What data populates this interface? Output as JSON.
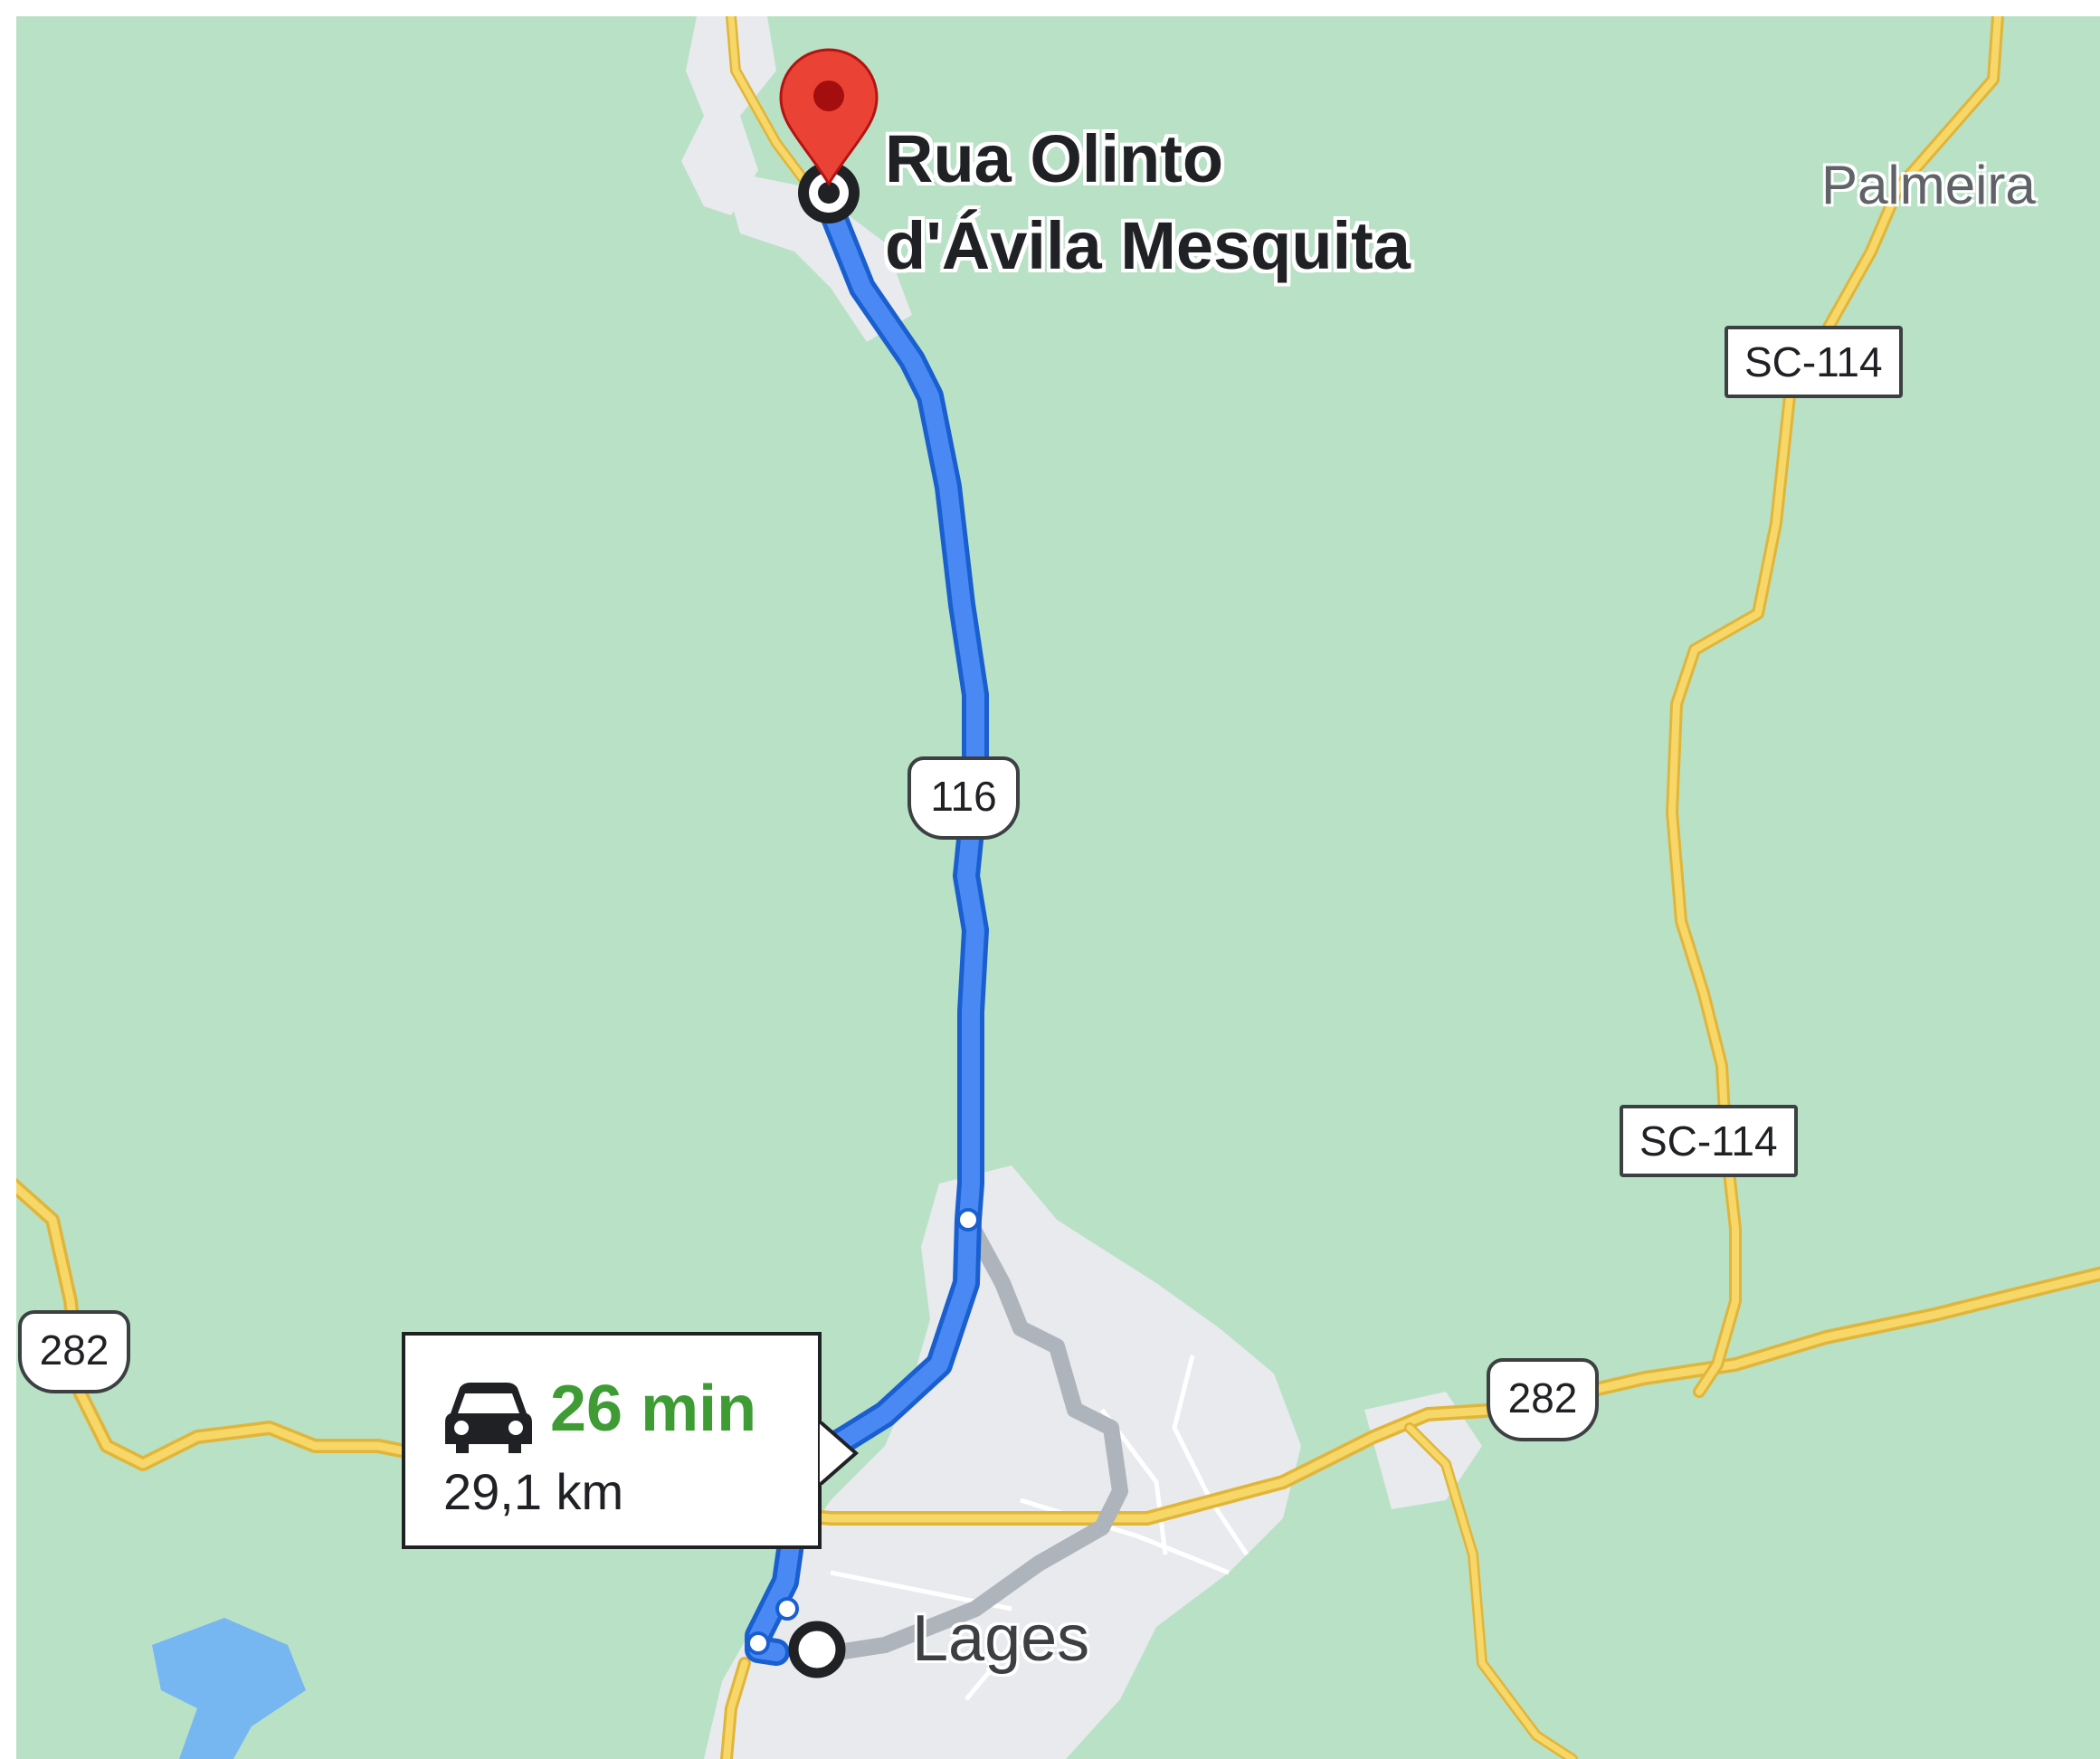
{
  "map": {
    "colors": {
      "land": "#b9e1c6",
      "urban": "#e8eaed",
      "route_primary": "#4a89f3",
      "route_primary_border": "#1a5fd0",
      "route_alternative": "#aeb4bb",
      "highway": "#f7d767",
      "destination_pin": "#ea4335",
      "water": "#76b7f2"
    },
    "destination": {
      "name_line1": "Rua Olinto",
      "name_line2": "d'Ávila Mesquita",
      "icon": "map-pin-icon"
    },
    "places": {
      "origin_city": "Lages",
      "town": "Palmeira"
    },
    "road_shields": {
      "sc114_north": "SC-114",
      "sc114_south": "SC-114",
      "br116": "116",
      "br282_west": "282",
      "br282_east": "282"
    },
    "route_info": {
      "mode_icon": "car-icon",
      "duration": "26 min",
      "distance": "29,1 km"
    }
  }
}
